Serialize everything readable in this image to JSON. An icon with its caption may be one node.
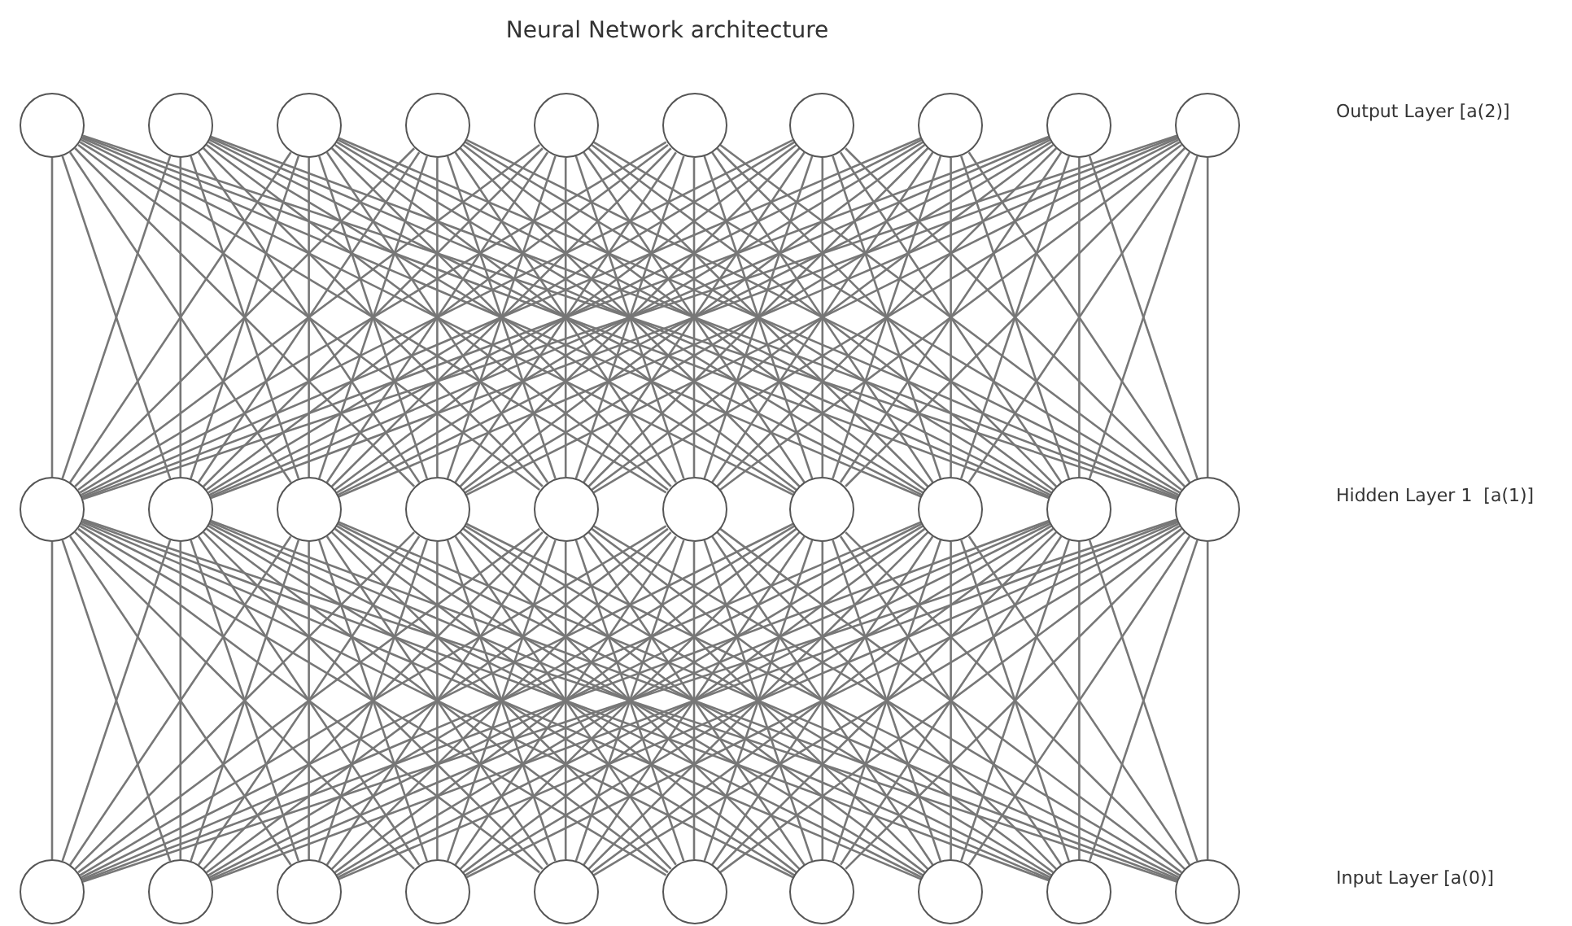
{
  "diagram": {
    "title": "Neural Network architecture",
    "nodes": [
      {
        "text": [],
        "shape": "circle"
      },
      {
        "text": [],
        "shape": "circle"
      },
      {
        "text": [],
        "shape": "circle"
      },
      {
        "text": [],
        "shape": "circle"
      },
      {
        "text": [],
        "shape": "circle"
      },
      {
        "text": [],
        "shape": "circle"
      },
      {
        "text": [],
        "shape": "circle"
      },
      {
        "text": [],
        "shape": "circle"
      },
      {
        "text": [],
        "shape": "circle"
      },
      {
        "text": [],
        "shape": "circle"
      },
      {
        "text": [],
        "shape": "circle"
      },
      {
        "text": [],
        "shape": "circle"
      },
      {
        "text": [],
        "shape": "circle"
      },
      {
        "text": [],
        "shape": "circle"
      },
      {
        "text": [],
        "shape": "circle"
      },
      {
        "text": [],
        "shape": "circle"
      },
      {
        "text": [],
        "shape": "circle"
      },
      {
        "text": [],
        "shape": "circle"
      },
      {
        "text": [],
        "shape": "circle"
      },
      {
        "text": [],
        "shape": "circle"
      },
      {
        "text": [],
        "shape": "circle"
      },
      {
        "text": [],
        "shape": "circle"
      },
      {
        "text": [],
        "shape": "circle"
      },
      {
        "text": [],
        "shape": "circle"
      },
      {
        "text": [],
        "shape": "circle"
      },
      {
        "text": [],
        "shape": "circle"
      },
      {
        "text": [],
        "shape": "circle"
      },
      {
        "text": [],
        "shape": "circle"
      },
      {
        "text": [],
        "shape": "circle"
      },
      {
        "text": [],
        "shape": "circle"
      }
    ],
    "edges": [
      {
        "from": 20,
        "to": 10,
        "arrow": "none"
      },
      {
        "from": 20,
        "to": 11,
        "arrow": "none"
      },
      {
        "from": 20,
        "to": 12,
        "arrow": "none"
      },
      {
        "from": 20,
        "to": 13,
        "arrow": "none"
      },
      {
        "from": 20,
        "to": 14,
        "arrow": "none"
      },
      {
        "from": 20,
        "to": 15,
        "arrow": "none"
      },
      {
        "from": 20,
        "to": 16,
        "arrow": "none"
      },
      {
        "from": 20,
        "to": 17,
        "arrow": "none"
      },
      {
        "from": 20,
        "to": 18,
        "arrow": "none"
      },
      {
        "from": 20,
        "to": 19,
        "arrow": "none"
      },
      {
        "from": 21,
        "to": 10,
        "arrow": "none"
      },
      {
        "from": 21,
        "to": 11,
        "arrow": "none"
      },
      {
        "from": 21,
        "to": 12,
        "arrow": "none"
      },
      {
        "from": 21,
        "to": 13,
        "arrow": "none"
      },
      {
        "from": 21,
        "to": 14,
        "arrow": "none"
      },
      {
        "from": 21,
        "to": 15,
        "arrow": "none"
      },
      {
        "from": 21,
        "to": 16,
        "arrow": "none"
      },
      {
        "from": 21,
        "to": 17,
        "arrow": "none"
      },
      {
        "from": 21,
        "to": 18,
        "arrow": "none"
      },
      {
        "from": 21,
        "to": 19,
        "arrow": "none"
      },
      {
        "from": 22,
        "to": 10,
        "arrow": "none"
      },
      {
        "from": 22,
        "to": 11,
        "arrow": "none"
      },
      {
        "from": 22,
        "to": 12,
        "arrow": "none"
      },
      {
        "from": 22,
        "to": 13,
        "arrow": "none"
      },
      {
        "from": 22,
        "to": 14,
        "arrow": "none"
      },
      {
        "from": 22,
        "to": 15,
        "arrow": "none"
      },
      {
        "from": 22,
        "to": 16,
        "arrow": "none"
      },
      {
        "from": 22,
        "to": 17,
        "arrow": "none"
      },
      {
        "from": 22,
        "to": 18,
        "arrow": "none"
      },
      {
        "from": 22,
        "to": 19,
        "arrow": "none"
      },
      {
        "from": 23,
        "to": 10,
        "arrow": "none"
      },
      {
        "from": 23,
        "to": 11,
        "arrow": "none"
      },
      {
        "from": 23,
        "to": 12,
        "arrow": "none"
      },
      {
        "from": 23,
        "to": 13,
        "arrow": "none"
      },
      {
        "from": 23,
        "to": 14,
        "arrow": "none"
      },
      {
        "from": 23,
        "to": 15,
        "arrow": "none"
      },
      {
        "from": 23,
        "to": 16,
        "arrow": "none"
      },
      {
        "from": 23,
        "to": 17,
        "arrow": "none"
      },
      {
        "from": 23,
        "to": 18,
        "arrow": "none"
      },
      {
        "from": 23,
        "to": 19,
        "arrow": "none"
      },
      {
        "from": 24,
        "to": 10,
        "arrow": "none"
      },
      {
        "from": 24,
        "to": 11,
        "arrow": "none"
      },
      {
        "from": 24,
        "to": 12,
        "arrow": "none"
      },
      {
        "from": 24,
        "to": 13,
        "arrow": "none"
      },
      {
        "from": 24,
        "to": 14,
        "arrow": "none"
      },
      {
        "from": 24,
        "to": 15,
        "arrow": "none"
      },
      {
        "from": 24,
        "to": 16,
        "arrow": "none"
      },
      {
        "from": 24,
        "to": 17,
        "arrow": "none"
      },
      {
        "from": 24,
        "to": 18,
        "arrow": "none"
      },
      {
        "from": 24,
        "to": 19,
        "arrow": "none"
      },
      {
        "from": 25,
        "to": 10,
        "arrow": "none"
      },
      {
        "from": 25,
        "to": 11,
        "arrow": "none"
      },
      {
        "from": 25,
        "to": 12,
        "arrow": "none"
      },
      {
        "from": 25,
        "to": 13,
        "arrow": "none"
      },
      {
        "from": 25,
        "to": 14,
        "arrow": "none"
      },
      {
        "from": 25,
        "to": 15,
        "arrow": "none"
      },
      {
        "from": 25,
        "to": 16,
        "arrow": "none"
      },
      {
        "from": 25,
        "to": 17,
        "arrow": "none"
      },
      {
        "from": 25,
        "to": 18,
        "arrow": "none"
      },
      {
        "from": 25,
        "to": 19,
        "arrow": "none"
      },
      {
        "from": 26,
        "to": 10,
        "arrow": "none"
      },
      {
        "from": 26,
        "to": 11,
        "arrow": "none"
      },
      {
        "from": 26,
        "to": 12,
        "arrow": "none"
      },
      {
        "from": 26,
        "to": 13,
        "arrow": "none"
      },
      {
        "from": 26,
        "to": 14,
        "arrow": "none"
      },
      {
        "from": 26,
        "to": 15,
        "arrow": "none"
      },
      {
        "from": 26,
        "to": 16,
        "arrow": "none"
      },
      {
        "from": 26,
        "to": 17,
        "arrow": "none"
      },
      {
        "from": 26,
        "to": 18,
        "arrow": "none"
      },
      {
        "from": 26,
        "to": 19,
        "arrow": "none"
      },
      {
        "from": 27,
        "to": 10,
        "arrow": "none"
      },
      {
        "from": 27,
        "to": 11,
        "arrow": "none"
      },
      {
        "from": 27,
        "to": 12,
        "arrow": "none"
      },
      {
        "from": 27,
        "to": 13,
        "arrow": "none"
      },
      {
        "from": 27,
        "to": 14,
        "arrow": "none"
      },
      {
        "from": 27,
        "to": 15,
        "arrow": "none"
      },
      {
        "from": 27,
        "to": 16,
        "arrow": "none"
      },
      {
        "from": 27,
        "to": 17,
        "arrow": "none"
      },
      {
        "from": 27,
        "to": 18,
        "arrow": "none"
      },
      {
        "from": 27,
        "to": 19,
        "arrow": "none"
      },
      {
        "from": 28,
        "to": 10,
        "arrow": "none"
      },
      {
        "from": 28,
        "to": 11,
        "arrow": "none"
      },
      {
        "from": 28,
        "to": 12,
        "arrow": "none"
      },
      {
        "from": 28,
        "to": 13,
        "arrow": "none"
      },
      {
        "from": 28,
        "to": 14,
        "arrow": "none"
      },
      {
        "from": 28,
        "to": 15,
        "arrow": "none"
      },
      {
        "from": 28,
        "to": 16,
        "arrow": "none"
      },
      {
        "from": 28,
        "to": 17,
        "arrow": "none"
      },
      {
        "from": 28,
        "to": 18,
        "arrow": "none"
      },
      {
        "from": 28,
        "to": 19,
        "arrow": "none"
      },
      {
        "from": 29,
        "to": 10,
        "arrow": "none"
      },
      {
        "from": 29,
        "to": 11,
        "arrow": "none"
      },
      {
        "from": 29,
        "to": 12,
        "arrow": "none"
      },
      {
        "from": 29,
        "to": 13,
        "arrow": "none"
      },
      {
        "from": 29,
        "to": 14,
        "arrow": "none"
      },
      {
        "from": 29,
        "to": 15,
        "arrow": "none"
      },
      {
        "from": 29,
        "to": 16,
        "arrow": "none"
      },
      {
        "from": 29,
        "to": 17,
        "arrow": "none"
      },
      {
        "from": 29,
        "to": 18,
        "arrow": "none"
      },
      {
        "from": 29,
        "to": 19,
        "arrow": "none"
      },
      {
        "from": 10,
        "to": 0,
        "arrow": "none"
      },
      {
        "from": 10,
        "to": 1,
        "arrow": "none"
      },
      {
        "from": 10,
        "to": 2,
        "arrow": "none"
      },
      {
        "from": 10,
        "to": 3,
        "arrow": "none"
      },
      {
        "from": 10,
        "to": 4,
        "arrow": "none"
      },
      {
        "from": 10,
        "to": 5,
        "arrow": "none"
      },
      {
        "from": 10,
        "to": 6,
        "arrow": "none"
      },
      {
        "from": 10,
        "to": 7,
        "arrow": "none"
      },
      {
        "from": 10,
        "to": 8,
        "arrow": "none"
      },
      {
        "from": 10,
        "to": 9,
        "arrow": "none"
      },
      {
        "from": 11,
        "to": 0,
        "arrow": "none"
      },
      {
        "from": 11,
        "to": 1,
        "arrow": "none"
      },
      {
        "from": 11,
        "to": 2,
        "arrow": "none"
      },
      {
        "from": 11,
        "to": 3,
        "arrow": "none"
      },
      {
        "from": 11,
        "to": 4,
        "arrow": "none"
      },
      {
        "from": 11,
        "to": 5,
        "arrow": "none"
      },
      {
        "from": 11,
        "to": 6,
        "arrow": "none"
      },
      {
        "from": 11,
        "to": 7,
        "arrow": "none"
      },
      {
        "from": 11,
        "to": 8,
        "arrow": "none"
      },
      {
        "from": 11,
        "to": 9,
        "arrow": "none"
      },
      {
        "from": 12,
        "to": 0,
        "arrow": "none"
      },
      {
        "from": 12,
        "to": 1,
        "arrow": "none"
      },
      {
        "from": 12,
        "to": 2,
        "arrow": "none"
      },
      {
        "from": 12,
        "to": 3,
        "arrow": "none"
      },
      {
        "from": 12,
        "to": 4,
        "arrow": "none"
      },
      {
        "from": 12,
        "to": 5,
        "arrow": "none"
      },
      {
        "from": 12,
        "to": 6,
        "arrow": "none"
      },
      {
        "from": 12,
        "to": 7,
        "arrow": "none"
      },
      {
        "from": 12,
        "to": 8,
        "arrow": "none"
      },
      {
        "from": 12,
        "to": 9,
        "arrow": "none"
      },
      {
        "from": 13,
        "to": 0,
        "arrow": "none"
      },
      {
        "from": 13,
        "to": 1,
        "arrow": "none"
      },
      {
        "from": 13,
        "to": 2,
        "arrow": "none"
      },
      {
        "from": 13,
        "to": 3,
        "arrow": "none"
      },
      {
        "from": 13,
        "to": 4,
        "arrow": "none"
      },
      {
        "from": 13,
        "to": 5,
        "arrow": "none"
      },
      {
        "from": 13,
        "to": 6,
        "arrow": "none"
      },
      {
        "from": 13,
        "to": 7,
        "arrow": "none"
      },
      {
        "from": 13,
        "to": 8,
        "arrow": "none"
      },
      {
        "from": 13,
        "to": 9,
        "arrow": "none"
      },
      {
        "from": 14,
        "to": 0,
        "arrow": "none"
      },
      {
        "from": 14,
        "to": 1,
        "arrow": "none"
      },
      {
        "from": 14,
        "to": 2,
        "arrow": "none"
      },
      {
        "from": 14,
        "to": 3,
        "arrow": "none"
      },
      {
        "from": 14,
        "to": 4,
        "arrow": "none"
      },
      {
        "from": 14,
        "to": 5,
        "arrow": "none"
      },
      {
        "from": 14,
        "to": 6,
        "arrow": "none"
      },
      {
        "from": 14,
        "to": 7,
        "arrow": "none"
      },
      {
        "from": 14,
        "to": 8,
        "arrow": "none"
      },
      {
        "from": 14,
        "to": 9,
        "arrow": "none"
      },
      {
        "from": 15,
        "to": 0,
        "arrow": "none"
      },
      {
        "from": 15,
        "to": 1,
        "arrow": "none"
      },
      {
        "from": 15,
        "to": 2,
        "arrow": "none"
      },
      {
        "from": 15,
        "to": 3,
        "arrow": "none"
      },
      {
        "from": 15,
        "to": 4,
        "arrow": "none"
      },
      {
        "from": 15,
        "to": 5,
        "arrow": "none"
      },
      {
        "from": 15,
        "to": 6,
        "arrow": "none"
      },
      {
        "from": 15,
        "to": 7,
        "arrow": "none"
      },
      {
        "from": 15,
        "to": 8,
        "arrow": "none"
      },
      {
        "from": 15,
        "to": 9,
        "arrow": "none"
      },
      {
        "from": 16,
        "to": 0,
        "arrow": "none"
      },
      {
        "from": 16,
        "to": 1,
        "arrow": "none"
      },
      {
        "from": 16,
        "to": 2,
        "arrow": "none"
      },
      {
        "from": 16,
        "to": 3,
        "arrow": "none"
      },
      {
        "from": 16,
        "to": 4,
        "arrow": "none"
      },
      {
        "from": 16,
        "to": 5,
        "arrow": "none"
      },
      {
        "from": 16,
        "to": 6,
        "arrow": "none"
      },
      {
        "from": 16,
        "to": 7,
        "arrow": "none"
      },
      {
        "from": 16,
        "to": 8,
        "arrow": "none"
      },
      {
        "from": 16,
        "to": 9,
        "arrow": "none"
      },
      {
        "from": 17,
        "to": 0,
        "arrow": "none"
      },
      {
        "from": 17,
        "to": 1,
        "arrow": "none"
      },
      {
        "from": 17,
        "to": 2,
        "arrow": "none"
      },
      {
        "from": 17,
        "to": 3,
        "arrow": "none"
      },
      {
        "from": 17,
        "to": 4,
        "arrow": "none"
      },
      {
        "from": 17,
        "to": 5,
        "arrow": "none"
      },
      {
        "from": 17,
        "to": 6,
        "arrow": "none"
      },
      {
        "from": 17,
        "to": 7,
        "arrow": "none"
      },
      {
        "from": 17,
        "to": 8,
        "arrow": "none"
      },
      {
        "from": 17,
        "to": 9,
        "arrow": "none"
      },
      {
        "from": 18,
        "to": 0,
        "arrow": "none"
      },
      {
        "from": 18,
        "to": 1,
        "arrow": "none"
      },
      {
        "from": 18,
        "to": 2,
        "arrow": "none"
      },
      {
        "from": 18,
        "to": 3,
        "arrow": "none"
      },
      {
        "from": 18,
        "to": 4,
        "arrow": "none"
      },
      {
        "from": 18,
        "to": 5,
        "arrow": "none"
      },
      {
        "from": 18,
        "to": 6,
        "arrow": "none"
      },
      {
        "from": 18,
        "to": 7,
        "arrow": "none"
      },
      {
        "from": 18,
        "to": 8,
        "arrow": "none"
      },
      {
        "from": 18,
        "to": 9,
        "arrow": "none"
      },
      {
        "from": 19,
        "to": 0,
        "arrow": "none"
      },
      {
        "from": 19,
        "to": 1,
        "arrow": "none"
      },
      {
        "from": 19,
        "to": 2,
        "arrow": "none"
      },
      {
        "from": 19,
        "to": 3,
        "arrow": "none"
      },
      {
        "from": 19,
        "to": 4,
        "arrow": "none"
      },
      {
        "from": 19,
        "to": 5,
        "arrow": "none"
      },
      {
        "from": 19,
        "to": 6,
        "arrow": "none"
      },
      {
        "from": 19,
        "to": 7,
        "arrow": "none"
      },
      {
        "from": 19,
        "to": 8,
        "arrow": "none"
      },
      {
        "from": 19,
        "to": 9,
        "arrow": "none"
      }
    ],
    "labels": [
      "Output Layer [a(2)]",
      "Hidden Layer 1  [a(1)]",
      "Input Layer [a(0)]"
    ]
  }
}
